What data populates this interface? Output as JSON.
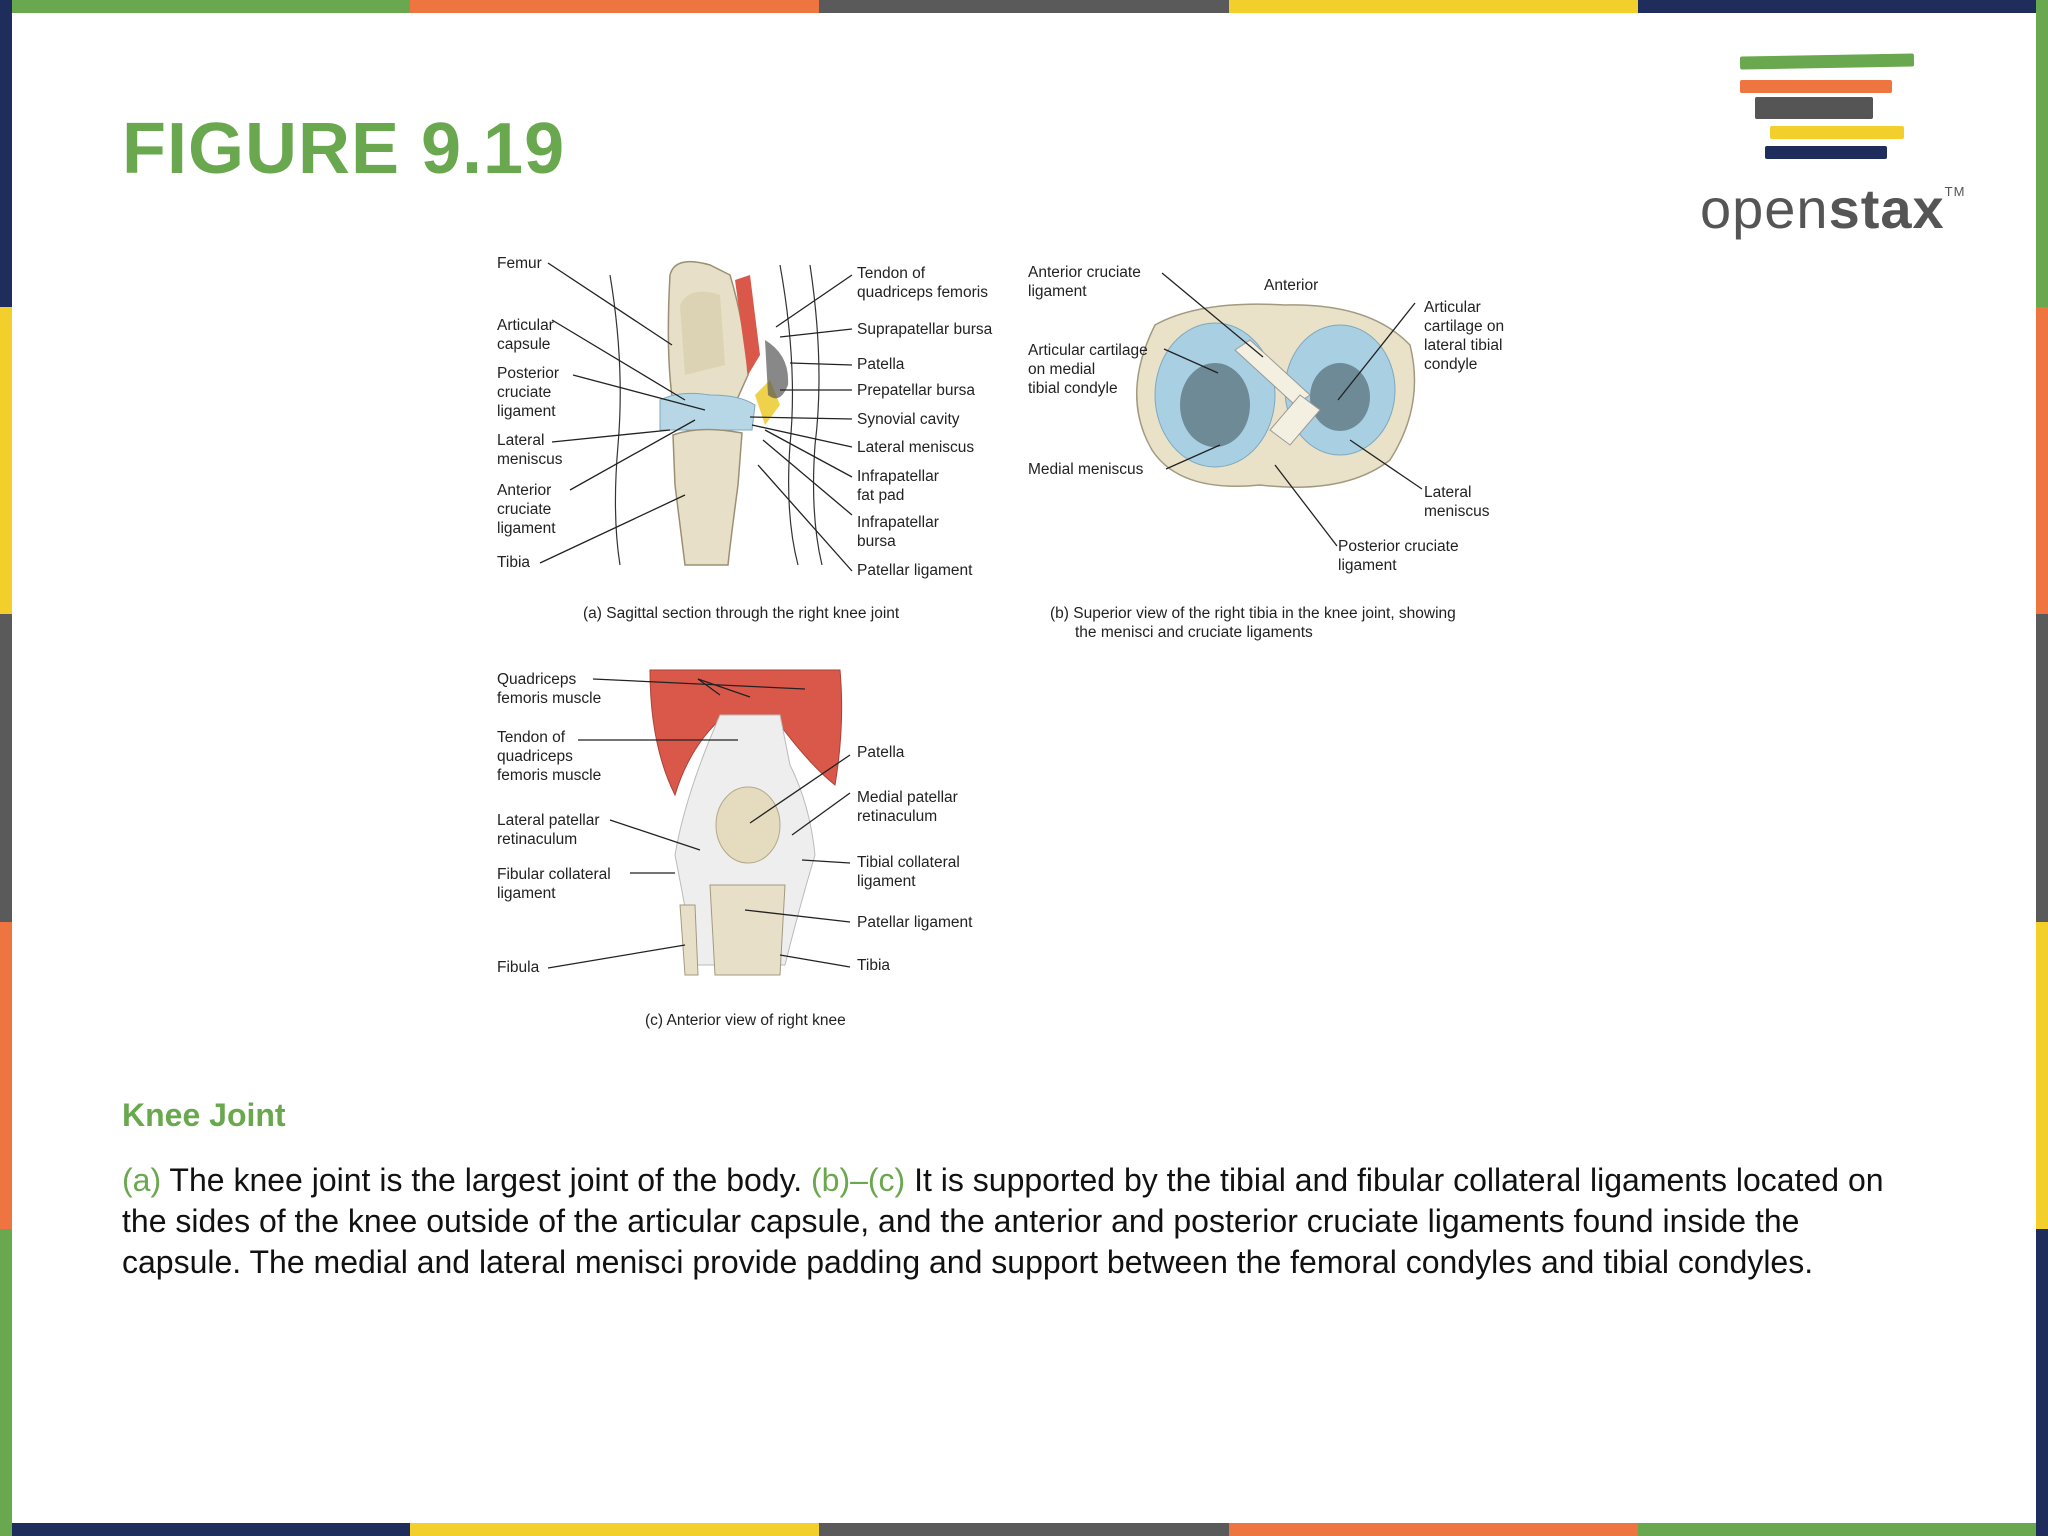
{
  "slide": {
    "title": "FIGURE 9.19",
    "logo_text_regular": "open",
    "logo_text_bold": "stax",
    "logo_tm": "TM",
    "caption_heading": "Knee Joint",
    "caption": {
      "ref_a": "(a)",
      "text_1": " The knee joint is the largest joint of the body. ",
      "ref_bc": "(b)–(c)",
      "text_2": " It is supported by the tibial and fibular collateral ligaments located on the sides of the knee outside of the articular capsule, and the anterior and posterior cruciate ligaments found inside the capsule. The medial and lateral menisci provide padding and support between the femoral condyles and tibial condyles."
    }
  },
  "colors": {
    "green": "#6aa84f",
    "orange": "#ee7440",
    "gray": "#5a5a5a",
    "yellow": "#f2cf2a",
    "navy": "#1f2d5c"
  },
  "figure": {
    "panel_a": {
      "caption": "(a) Sagittal section through the right knee joint",
      "left_labels": [
        "Femur",
        "Articular",
        "capsule",
        "Posterior",
        "cruciate",
        "ligament",
        "Lateral",
        "meniscus",
        "Anterior",
        "cruciate",
        "ligament",
        "Tibia"
      ],
      "right_labels": [
        "Tendon of",
        "quadriceps femoris",
        "Suprapatellar bursa",
        "Patella",
        "Prepatellar bursa",
        "Synovial cavity",
        "Lateral meniscus",
        "Infrapatellar",
        "fat pad",
        "Infrapatellar",
        "bursa",
        "Patellar ligament"
      ]
    },
    "panel_b": {
      "caption_line1": "(b) Superior view of the right tibia in the knee joint, showing",
      "caption_line2": "the menisci and cruciate ligaments",
      "labels": [
        "Anterior cruciate",
        "ligament",
        "Anterior",
        "Articular cartilage",
        "on medial",
        "tibial condyle",
        "Medial meniscus",
        "Articular",
        "cartilage on",
        "lateral tibial",
        "condyle",
        "Lateral",
        "meniscus",
        "Posterior cruciate",
        "ligament"
      ]
    },
    "panel_c": {
      "caption": "(c) Anterior view of right knee",
      "left_labels": [
        "Quadriceps",
        "femoris muscle",
        "Tendon of",
        "quadriceps",
        "femoris muscle",
        "Lateral patellar",
        "retinaculum",
        "Fibular collateral",
        "ligament",
        "Fibula"
      ],
      "right_labels": [
        "Patella",
        "Medial patellar",
        "retinaculum",
        "Tibial collateral",
        "ligament",
        "Patellar ligament",
        "Tibia"
      ]
    }
  }
}
